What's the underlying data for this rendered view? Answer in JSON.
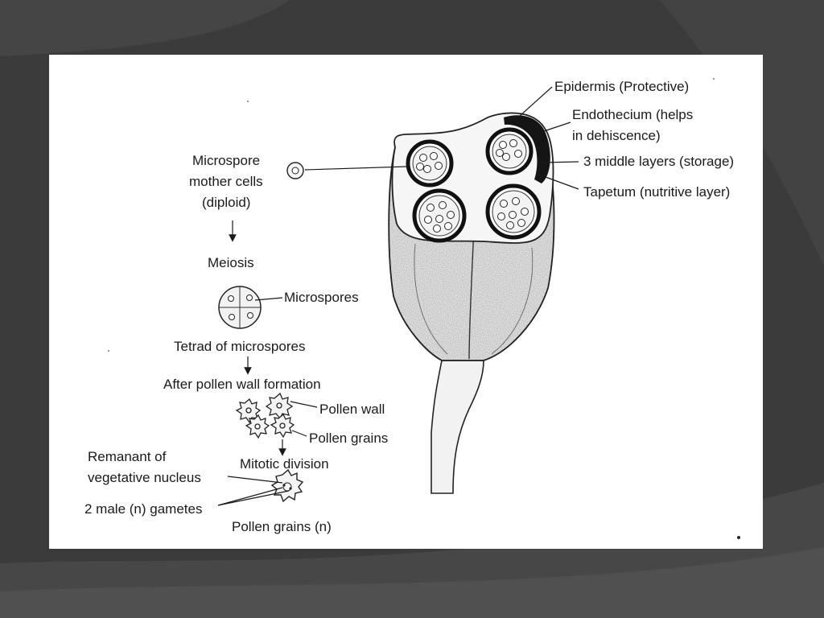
{
  "labels": {
    "epidermis": "Epidermis (Protective)",
    "endothecium_1": "Endothecium (helps",
    "endothecium_2": "in dehiscence)",
    "middle_layers": "3 middle layers (storage)",
    "tapetum": "Tapetum (nutritive layer)",
    "msmc_1": "Microspore",
    "msmc_2": "mother cells",
    "msmc_3": "(diploid)",
    "meiosis": "Meiosis",
    "microspores": "Microspores",
    "tetrad": "Tetrad of microspores",
    "after_wall": "After pollen wall formation",
    "pollen_wall": "Pollen wall",
    "pollen_grains": "Pollen grains",
    "mitotic": "Mitotic division",
    "remnant_1": "Remanant of",
    "remnant_2": "vegetative nucleus",
    "male_gametes": "2 male (n) gametes",
    "pollen_grains_n": "Pollen grains (n)"
  },
  "colors": {
    "page_bg": "#3a3a3a",
    "slide_bg": "#ffffff",
    "ink": "#1a1a1a"
  }
}
